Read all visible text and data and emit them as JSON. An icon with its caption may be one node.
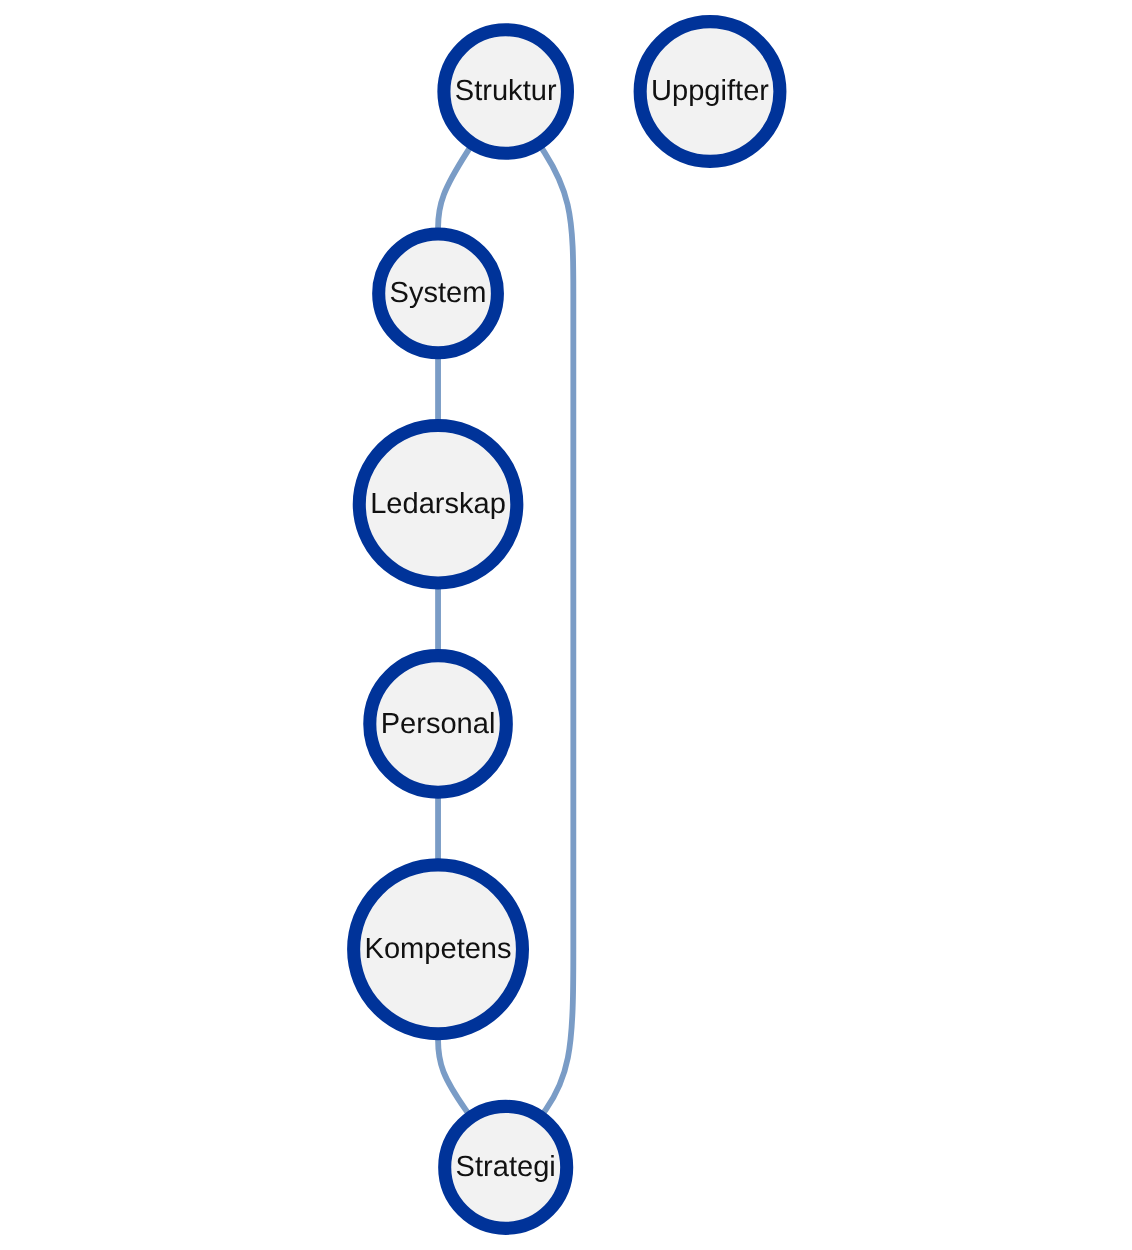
{
  "diagram": {
    "nodes": [
      {
        "text": [
          "Struktur"
        ]
      },
      {
        "text": [
          "Strategi"
        ]
      },
      {
        "text": [
          "System"
        ]
      },
      {
        "text": [
          "Uppgifter"
        ]
      },
      {
        "text": [
          "Kompetens"
        ]
      },
      {
        "text": [
          "Ledarskap"
        ]
      },
      {
        "text": [
          "Personal"
        ]
      }
    ],
    "edges": [
      {
        "from": 0,
        "to": 2,
        "arrow": "none"
      },
      {
        "from": 2,
        "to": 5,
        "arrow": "none"
      },
      {
        "from": 5,
        "to": 6,
        "arrow": "none"
      },
      {
        "from": 6,
        "to": 4,
        "arrow": "none"
      },
      {
        "from": 4,
        "to": 1,
        "arrow": "none"
      },
      {
        "from": 1,
        "to": 0,
        "arrow": "none"
      }
    ]
  }
}
